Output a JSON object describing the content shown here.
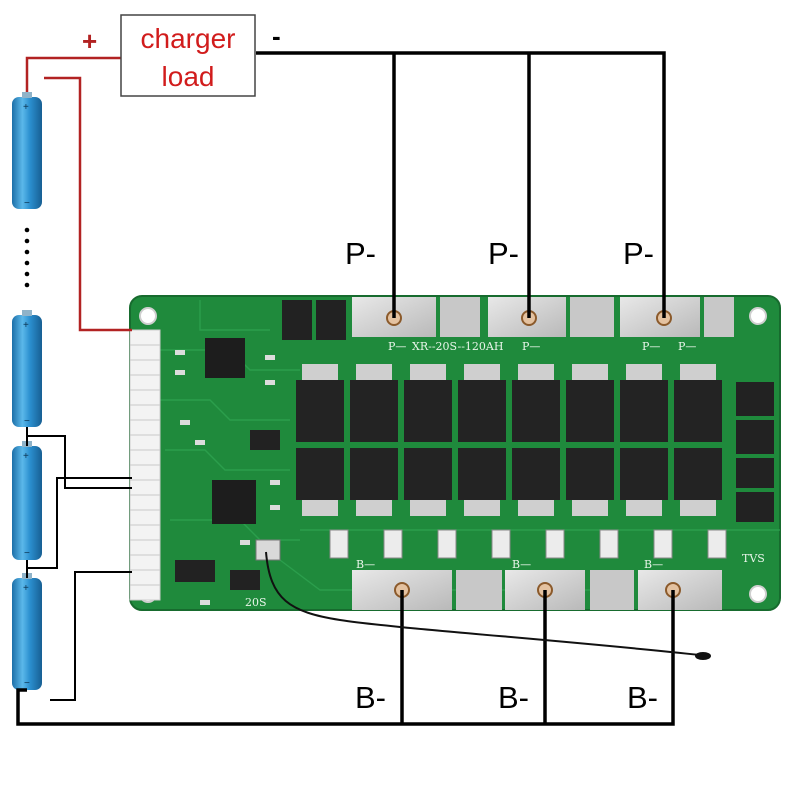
{
  "load_box": {
    "line1": "charger",
    "line2": "load"
  },
  "signs": {
    "plus": "+",
    "minus": "-"
  },
  "p_labels": [
    "P-",
    "P-",
    "P-"
  ],
  "b_labels": [
    "B-",
    "B-",
    "B-"
  ],
  "pcb": {
    "p_marks": [
      "P—",
      "P—",
      "P—",
      "P—"
    ],
    "model": "XR--20S--120AH",
    "b_marks": [
      "B—",
      "B—",
      "B—"
    ],
    "series": "20S",
    "tvs": "TVS"
  },
  "colors": {
    "pcb_green": "#1f8a3c",
    "cell_blue": "#2b8fcf",
    "positive_wire": "#b22222",
    "negative_wire": "#000000",
    "label_red": "#d11c1c"
  }
}
